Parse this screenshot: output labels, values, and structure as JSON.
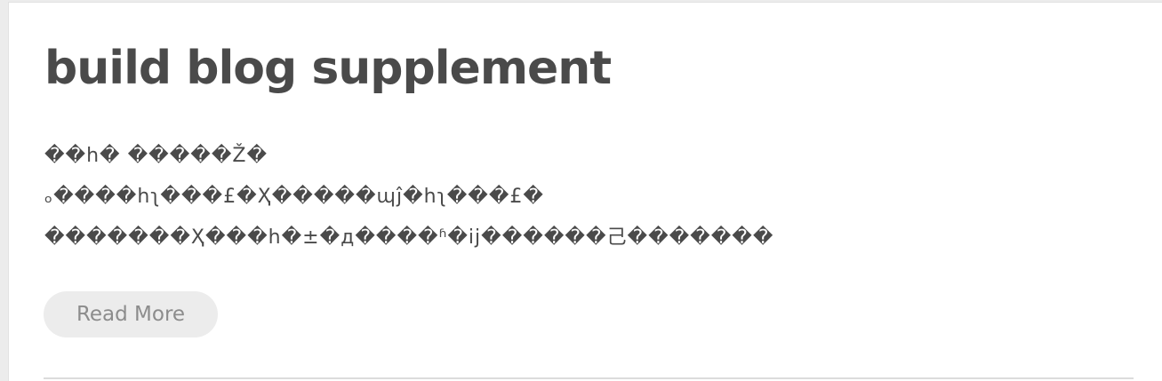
{
  "post": {
    "title": "build blog supplement",
    "excerpt_lines": [
      "��h� �����Ž�",
      "ₒ����hʅ���£�Ҳ�����պĵ�hʅ���£�",
      "�������Ҳ���h�±�д����ʱ�ij������己�������"
    ],
    "read_more_label": "Read More"
  }
}
